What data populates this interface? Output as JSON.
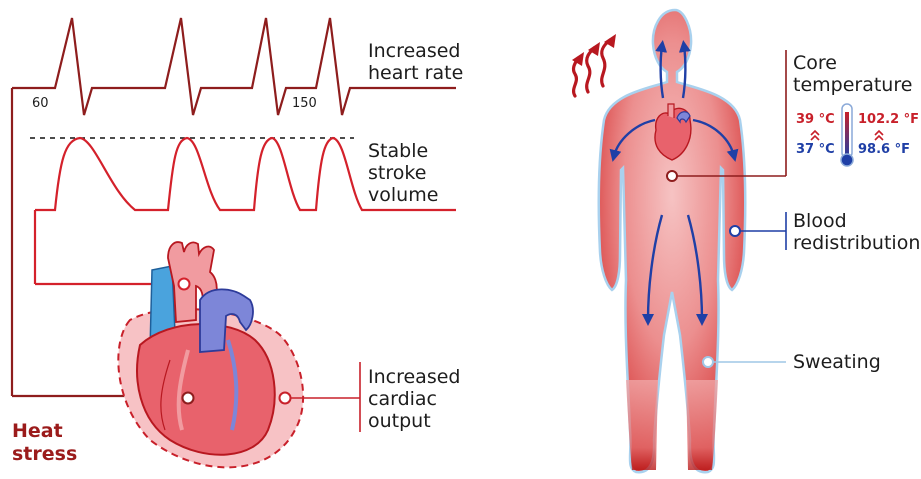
{
  "ecg": {
    "label_lines": [
      "Increased",
      "heart rate"
    ],
    "rate_start": "60",
    "rate_end": "150"
  },
  "stroke": {
    "label_lines": [
      "Stable",
      "stroke",
      "volume"
    ]
  },
  "output": {
    "label_lines": [
      "Increased",
      "cardiac",
      "output"
    ]
  },
  "heat_stress": {
    "label_lines": [
      "Heat",
      "stress"
    ]
  },
  "body": {
    "core_label_lines": [
      "Core",
      "temperature"
    ],
    "hot_c": "39 °C",
    "cool_c": "37 °C",
    "hot_f": "102.2 °F",
    "cool_f": "98.6 °F",
    "blood_label_lines": [
      "Blood",
      "redistribution"
    ],
    "sweat_label": "Sweating"
  },
  "colors": {
    "ecg_line": "#8e1d1d",
    "stroke_line": "#d4212b",
    "heat_text": "#9b1b1b",
    "cool_blue": "#1f3fa6",
    "sweat_line": "#9fc7e6"
  }
}
